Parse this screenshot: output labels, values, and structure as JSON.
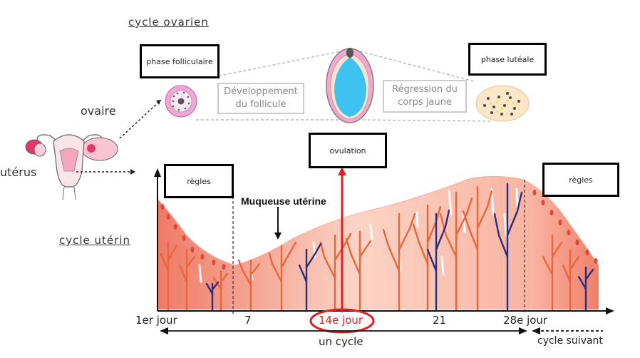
{
  "titles": {
    "ovarian": "cycle ovarien",
    "uterine": "cycle utérin"
  },
  "labels": {
    "ovaire": "ovaire",
    "uterus": "utérus",
    "muqueuse": "Muqueuse utérine"
  },
  "boxes": {
    "phase_folliculaire": "phase folliculaire",
    "phase_luteale": "phase lutéale",
    "ovulation": "ovulation",
    "regles_left": "règles",
    "regles_right": "règles"
  },
  "grey_boxes": {
    "developpement": "Développement du follicule",
    "regression": "Régression du corps jaune"
  },
  "axis": {
    "tick_1": "1er jour",
    "tick_7": "7",
    "tick_14": "14e jour",
    "tick_21": "21",
    "tick_28": "28e jour",
    "un_cycle": "un cycle",
    "cycle_suivant": "cycle suivant"
  },
  "colors": {
    "tissue": "#f4a08e",
    "tissue_light": "#fbd5c8",
    "artery_orange": "#e8663a",
    "artery_navy": "#2b2e7a",
    "ovulation_red": "#e02020",
    "follicle_blue": "#3ec3f0",
    "follicle_pink": "#f2a6d6"
  }
}
